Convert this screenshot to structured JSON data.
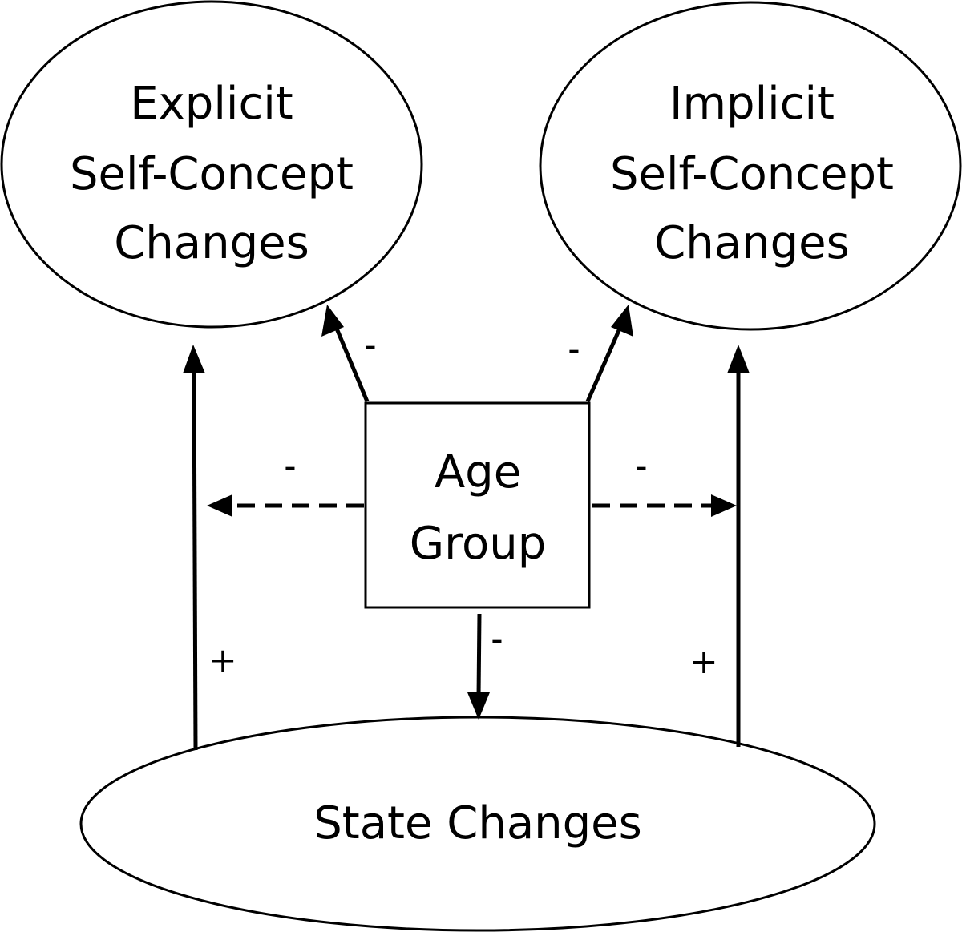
{
  "diagram": {
    "nodes": {
      "explicit": {
        "lines": [
          "Explicit",
          "Self-Concept",
          "Changes"
        ]
      },
      "implicit": {
        "lines": [
          "Implicit",
          "Self-Concept",
          "Changes"
        ]
      },
      "age_group": {
        "lines": [
          "Age",
          "Group"
        ]
      },
      "state_changes": {
        "lines": [
          "State Changes"
        ]
      }
    },
    "edges": [
      {
        "from": "age_group",
        "to": "explicit",
        "sign": "-",
        "style": "solid"
      },
      {
        "from": "age_group",
        "to": "implicit",
        "sign": "-",
        "style": "solid"
      },
      {
        "from": "age_group",
        "to": "explicit_path",
        "sign": "-",
        "style": "dashed"
      },
      {
        "from": "age_group",
        "to": "implicit_path",
        "sign": "-",
        "style": "dashed"
      },
      {
        "from": "age_group",
        "to": "state_changes",
        "sign": "-",
        "style": "solid"
      },
      {
        "from": "state_changes",
        "to": "explicit",
        "sign": "+",
        "style": "solid"
      },
      {
        "from": "state_changes",
        "to": "implicit",
        "sign": "+",
        "style": "solid"
      }
    ],
    "colors": {
      "stroke": "#000000",
      "fill": "#ffffff"
    }
  }
}
